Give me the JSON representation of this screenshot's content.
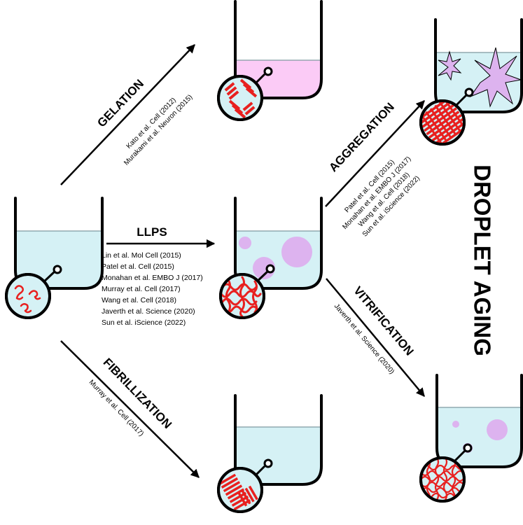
{
  "title": "DROPLET AGING",
  "colors": {
    "liquid": "#d5f1f5",
    "gel": "#fbcbf6",
    "droplet": "#ddb3ef",
    "protein": "#e8201f",
    "outline": "#000000"
  },
  "processes": {
    "llps": {
      "label": "LLPS",
      "refs": [
        "Lin et al. Mol Cell (2015)",
        "Patel et al. Cell (2015)",
        "Monahan et al. EMBO J (2017)",
        "Murray et al. Cell (2017)",
        "Wang et al. Cell (2018)",
        "Javerth et al. Science (2020)",
        "Sun et al. iScience (2022)"
      ]
    },
    "gelation": {
      "label": "GELATION",
      "refs": [
        "Kato et al. Cell (2012)",
        "Murakami et al. Neuron (2015)"
      ]
    },
    "fibrillization": {
      "label": "FIBRILLIZATION",
      "refs": [
        "Murray et al. Cell (2017)"
      ]
    },
    "aggregation": {
      "label": "AGGREGATION",
      "refs": [
        "Patel et al. Cell (2015)",
        "Monahan et al. EMBO J (2017)",
        "Wang et al. Cell (2018)",
        "Sun et al. iScience (2022)"
      ]
    },
    "vitrification": {
      "label": "VITRIFICATION",
      "refs": [
        "Javerth et al. Science (2020)"
      ]
    }
  },
  "states": [
    {
      "id": "soluble",
      "icon": "test-tube-icon"
    },
    {
      "id": "gel",
      "icon": "test-tube-icon"
    },
    {
      "id": "liquid-droplets",
      "icon": "test-tube-icon"
    },
    {
      "id": "fibrils",
      "icon": "test-tube-icon"
    },
    {
      "id": "aggregates",
      "icon": "test-tube-icon"
    },
    {
      "id": "glassy-droplets",
      "icon": "test-tube-icon"
    }
  ]
}
